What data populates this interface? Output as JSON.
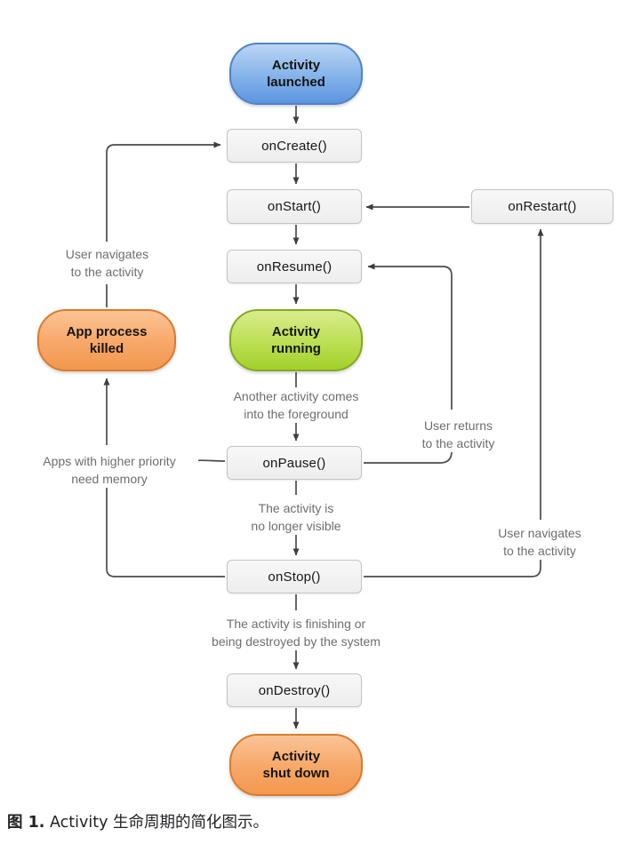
{
  "diagram": {
    "title_hint": "Android Activity lifecycle flowchart",
    "nodes": {
      "activity_launched": "Activity\nlaunched",
      "on_create": "onCreate()",
      "on_start": "onStart()",
      "on_restart": "onRestart()",
      "on_resume": "onResume()",
      "activity_running": "Activity\nrunning",
      "app_process_killed": "App process\nkilled",
      "on_pause": "onPause()",
      "on_stop": "onStop()",
      "on_destroy": "onDestroy()",
      "activity_shut_down": "Activity\nshut down"
    },
    "annotations": {
      "user_navigates_left": "User navigates\nto the activity",
      "another_activity_foreground": "Another activity comes\ninto the foreground",
      "user_returns": "User returns\nto the activity",
      "apps_higher_priority": "Apps with higher priority\nneed memory",
      "no_longer_visible": "The activity is\nno longer visible",
      "user_navigates_right": "User navigates\nto the activity",
      "activity_finishing": "The activity is finishing or\nbeing destroyed by the system"
    },
    "colors": {
      "blue_top": "#bad6f4",
      "blue_bottom": "#5e95e0",
      "blue_border": "#4f83c9",
      "green_top": "#d9ec8d",
      "green_bottom": "#a3d02c",
      "green_border": "#85a823",
      "orange_top": "#fbc495",
      "orange_bottom": "#f2984e",
      "orange_border": "#d97b2d",
      "callback_fill": "#f2f2f2",
      "callback_border": "#c4c4c4",
      "line": "#4b4b4b",
      "annotation_text": "#6e6e6e"
    }
  },
  "caption": {
    "figure_label": "图 1.",
    "text": " Activity 生命周期的简化图示。"
  }
}
